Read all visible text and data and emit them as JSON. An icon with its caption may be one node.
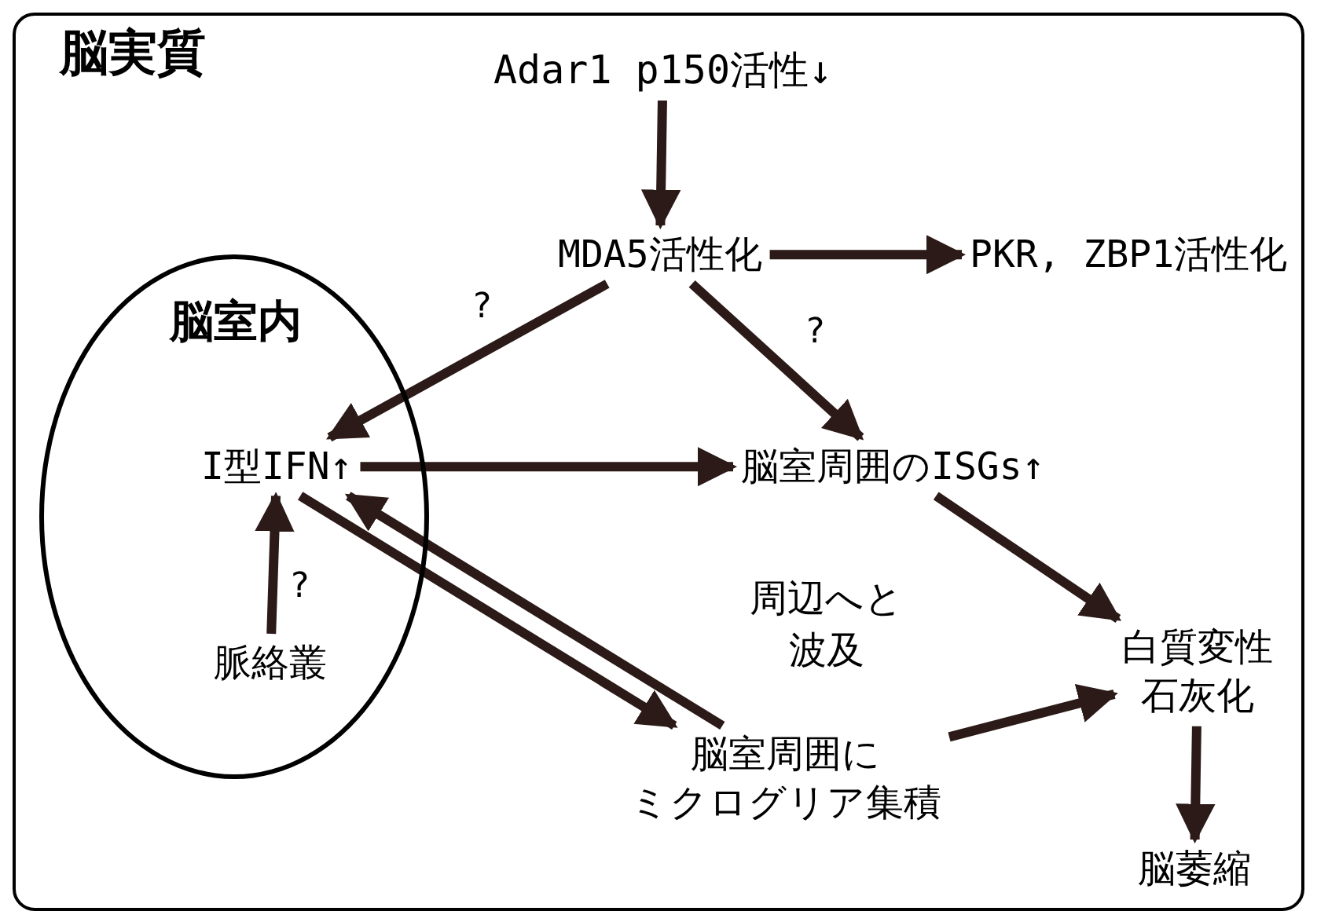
{
  "diagram": {
    "nodes": [
      {
        "text": [
          "脳実質"
        ]
      },
      {
        "text": [
          "脳室内"
        ],
        "in": 0
      },
      {
        "text": [
          "Adar1 p150活性↓"
        ],
        "in": 0
      },
      {
        "text": [
          "MDA5活性化"
        ],
        "in": 0
      },
      {
        "text": [
          "PKR, ZBP1活性化"
        ],
        "in": 0
      },
      {
        "text": [
          "I型IFN↑"
        ],
        "in": 1
      },
      {
        "text": [
          "脳室周囲のISGs↑"
        ],
        "in": 0
      },
      {
        "text": [
          "脈絡叢"
        ],
        "in": 1
      },
      {
        "text": [
          "白質変性石灰化"
        ],
        "in": 0
      },
      {
        "text": [
          "脳室周囲にミクログリア集積"
        ],
        "in": 0
      },
      {
        "text": [
          "脳萎縮"
        ],
        "in": 0
      }
    ],
    "edges": [
      {
        "from": 2,
        "to": 3,
        "arrow": "to"
      },
      {
        "from": 3,
        "to": 4,
        "arrow": "to"
      },
      {
        "from": 3,
        "to": 5,
        "arrow": "to",
        "label": "?"
      },
      {
        "from": 3,
        "to": 6,
        "arrow": "to",
        "label": "?"
      },
      {
        "from": 5,
        "to": 6,
        "arrow": "to"
      },
      {
        "from": 7,
        "to": 5,
        "arrow": "to",
        "label": "?"
      },
      {
        "from": 5,
        "to": 9,
        "arrow": "to"
      },
      {
        "from": 9,
        "to": 5,
        "arrow": "to"
      },
      {
        "from": 6,
        "to": 8,
        "arrow": "to"
      },
      {
        "from": 9,
        "to": 8,
        "arrow": "to"
      },
      {
        "from": 8,
        "to": 10,
        "arrow": "to"
      }
    ],
    "labels": [
      "周辺へと波及"
    ]
  }
}
